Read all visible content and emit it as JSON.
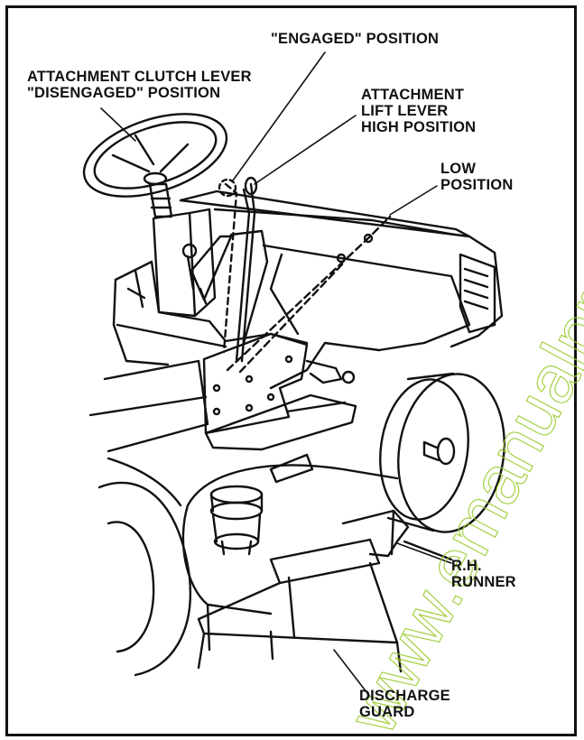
{
  "labels": {
    "engaged": "\"ENGAGED\" POSITION",
    "clutch_line1": "ATTACHMENT CLUTCH LEVER",
    "clutch_line2": "\"DISENGAGED\" POSITION",
    "lift_line1": "ATTACHMENT",
    "lift_line2": "LIFT LEVER",
    "lift_line3": "HIGH POSITION",
    "low_line1": "LOW",
    "low_line2": "POSITION",
    "runner_line1": "R.H.",
    "runner_line2": "RUNNER",
    "guard_line1": "DISCHARGE",
    "guard_line2": "GUARD"
  },
  "watermark": "www.emanualpro.com",
  "colors": {
    "ink": "#111111",
    "watermark": "#9acd32",
    "paper": "#ffffff"
  }
}
